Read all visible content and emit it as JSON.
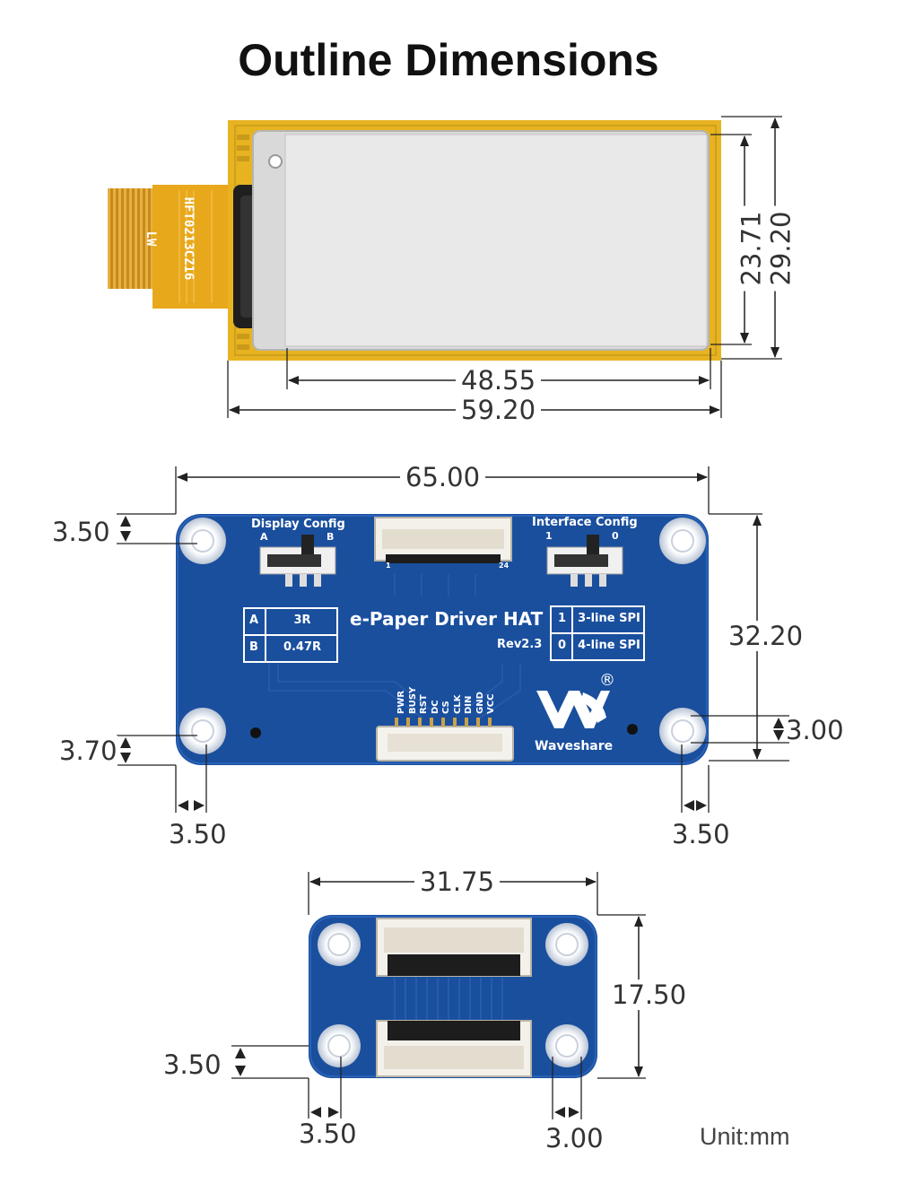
{
  "title": "Outline Dimensions",
  "unit": "Unit:mm",
  "epaper": {
    "fpc_label": "HFT0213CZ16",
    "fpc_label2": "LW",
    "dims": {
      "active_width": "48.55",
      "outer_width": "59.20",
      "active_height": "23.71",
      "outer_height": "29.20"
    }
  },
  "hat": {
    "display_config": "Display Config",
    "display_a": "A",
    "display_b": "B",
    "interface_config": "Interface Config",
    "interface_1": "1",
    "interface_0": "0",
    "fpc_pin_1": "1",
    "fpc_pin_24": "24",
    "table_left": [
      {
        "key": "A",
        "value": "3R"
      },
      {
        "key": "B",
        "value": "0.47R"
      }
    ],
    "board_name": "e-Paper Driver HAT",
    "revision": "Rev2.3",
    "table_right": [
      {
        "key": "1",
        "value": "3-line SPI"
      },
      {
        "key": "0",
        "value": "4-line SPI"
      }
    ],
    "pins": [
      "PWR",
      "BUSY",
      "RST",
      "DC",
      "CS",
      "CLK",
      "DIN",
      "GND",
      "VCC"
    ],
    "brand": "Waveshare",
    "registered": "®",
    "dims": {
      "width": "65.00",
      "height": "32.20",
      "top_hole": "3.50",
      "bottom_hole": "3.70",
      "left_hole": "3.50",
      "right_hole": "3.50",
      "right_hole_v": "3.00"
    }
  },
  "adapter": {
    "dims": {
      "width": "31.75",
      "height": "17.50",
      "hole_v": "3.50",
      "hole_left": "3.50",
      "hole_right": "3.00"
    }
  }
}
